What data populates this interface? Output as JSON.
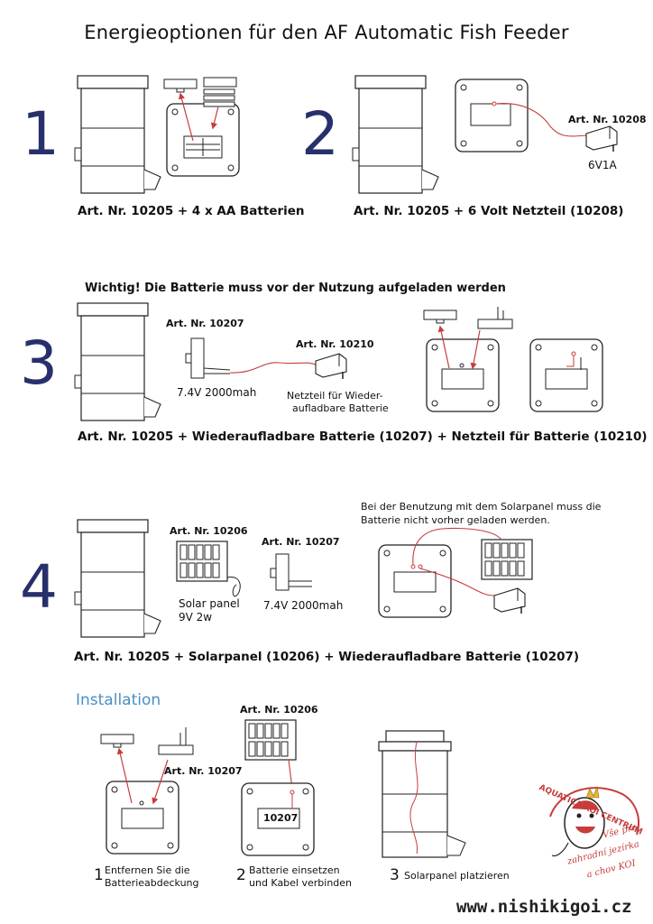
{
  "title": "Energieoptionen für den AF Automatic Fish Feeder",
  "sections": [
    {
      "number": "1",
      "caption": "Art. Nr. 10205 + 4 x AA Batterien"
    },
    {
      "number": "2",
      "caption": "Art. Nr. 10205 + 6 Volt Netzteil (10208)",
      "adapter_art": "Art. Nr. 10208",
      "adapter_spec": "6V1A"
    },
    {
      "number": "3",
      "note": "Wichtig! Die Batterie muss vor der Nutzung aufgeladen werden",
      "battery_art": "Art. Nr. 10207",
      "battery_spec": "7.4V 2000mah",
      "charger_art": "Art. Nr. 10210",
      "charger_label_1": "Netzteil für Wieder-",
      "charger_label_2": "aufladbare Batterie",
      "caption": "Art. Nr. 10205 + Wiederaufladbare Batterie (10207) + Netzteil für Batterie (10210)"
    },
    {
      "number": "4",
      "solar_art": "Art. Nr. 10206",
      "solar_label_1": "Solar panel",
      "solar_label_2": "9V 2w",
      "battery_art": "Art. Nr. 10207",
      "battery_spec": "7.4V 2000mah",
      "note_1": "Bei der Benutzung mit dem Solarpanel muss die",
      "note_2": "Batterie nicht vorher geladen werden.",
      "caption": "Art. Nr. 10205 + Solarpanel (10206) + Wiederaufladbare Batterie (10207)"
    }
  ],
  "installation": {
    "heading": "Installation",
    "battery_art": "Art. Nr. 10207",
    "solar_art": "Art. Nr. 10206",
    "battery_tag": "10207",
    "steps": [
      {
        "n": "1",
        "line1": "Entfernen Sie die",
        "line2": "Batterieabdeckung"
      },
      {
        "n": "2",
        "line1": "Batterie einsetzen",
        "line2": "und Kabel verbinden"
      },
      {
        "n": "3",
        "line1": "Solarpanel platzieren",
        "line2": ""
      }
    ]
  },
  "logo": {
    "arc_text": "AQUATICA KOI CENTRUM",
    "tag_line_1": "Vše pro",
    "tag_line_2": "zahradní jezírka",
    "tag_line_3": "a chov KOI"
  },
  "website": "www.nishikigoi.cz",
  "colors": {
    "number": "#27306b",
    "wire_red": "#c83c3c",
    "install_blue": "#4a8fc3",
    "line": "#222222"
  }
}
